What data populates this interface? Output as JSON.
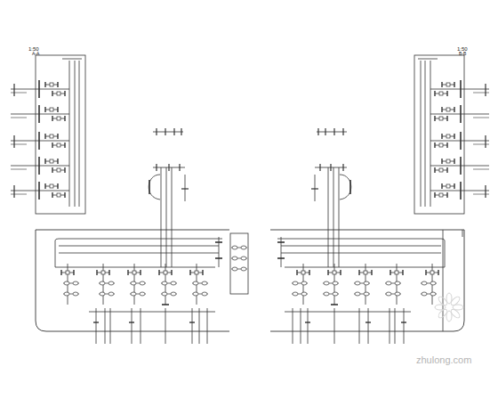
{
  "diagram": {
    "labels": [
      "1:50",
      "A-A",
      "1:50",
      "B-B",
      "zhulong.com"
    ]
  }
}
